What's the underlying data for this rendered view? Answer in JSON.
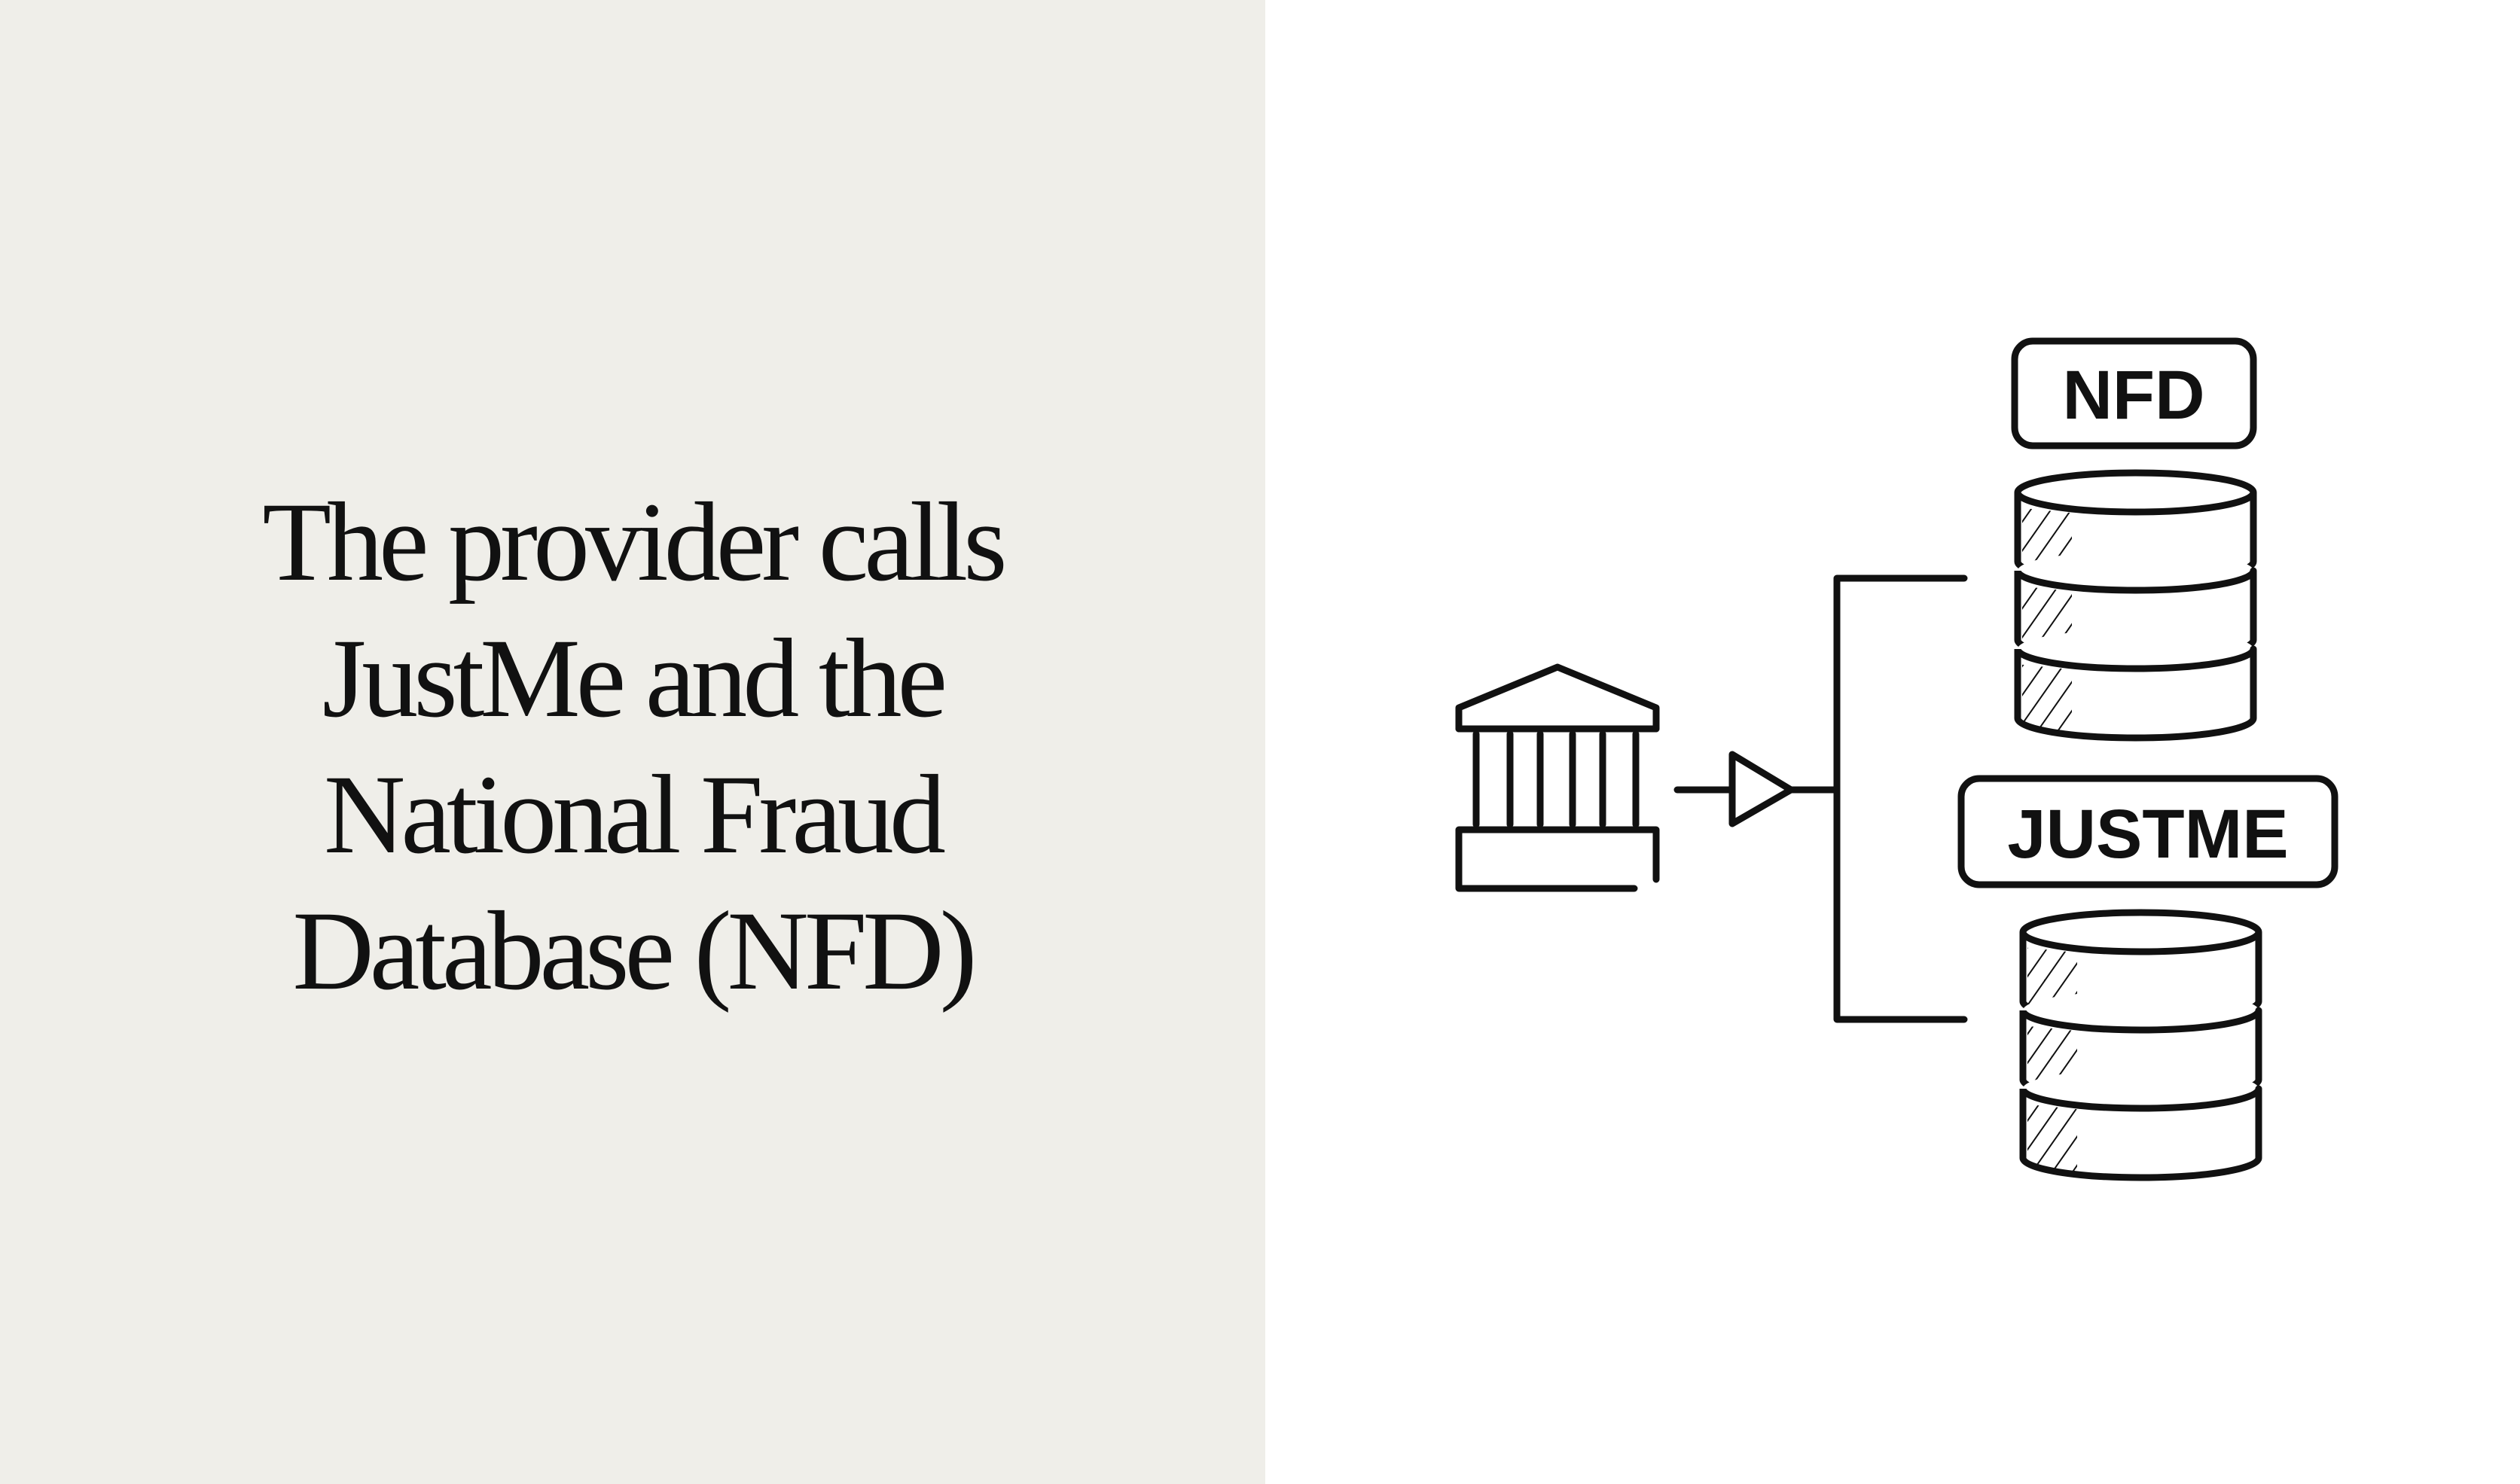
{
  "heading": {
    "lines": [
      "The provider calls",
      "JustMe and the",
      "National Fraud",
      "Database (NFD)"
    ]
  },
  "diagram": {
    "source_icon": "bank-icon",
    "databases": [
      {
        "label": "NFD"
      },
      {
        "label": "JUSTME"
      }
    ],
    "stroke_color": "#111111",
    "left_panel_color": "#efeee9"
  }
}
